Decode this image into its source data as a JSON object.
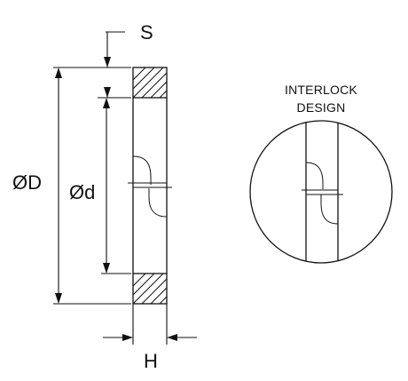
{
  "labels": {
    "s": "S",
    "outer_diameter": "ØD",
    "inner_diameter": "Ød",
    "h": "H",
    "detail_line1": "INTERLOCK",
    "detail_line2": "DESIGN"
  }
}
